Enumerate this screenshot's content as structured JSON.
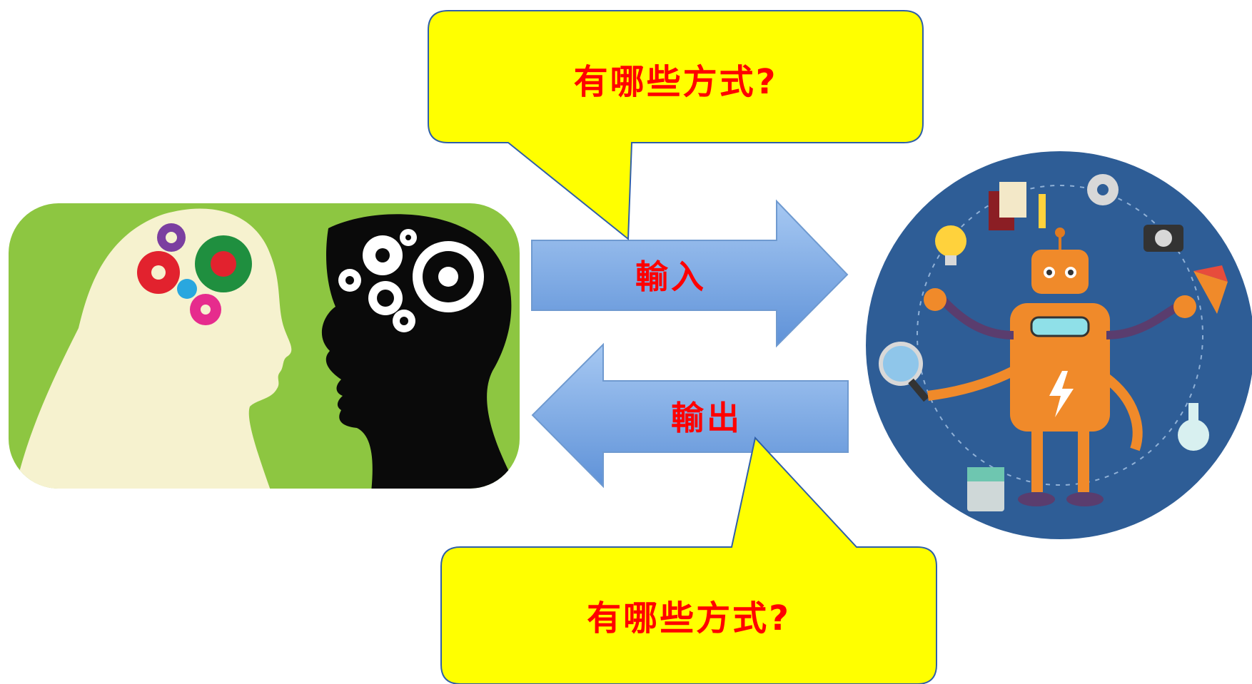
{
  "callouts": {
    "top_text": "有哪些方式?",
    "bottom_text": "有哪些方式?"
  },
  "arrows": {
    "input_label": "輸入",
    "output_label": "輸出"
  },
  "images": {
    "left": "human-heads-with-gears-illustration",
    "right": "multi-armed-robot-illustration"
  },
  "colors": {
    "callout_fill": "#ffff00",
    "callout_stroke": "#2f5fa8",
    "label_text": "#ff0000",
    "arrow_fill": "#8fb6ea",
    "left_bg": "#8dc641",
    "right_bg": "#2e5d96",
    "robot_body": "#f08a2a"
  }
}
